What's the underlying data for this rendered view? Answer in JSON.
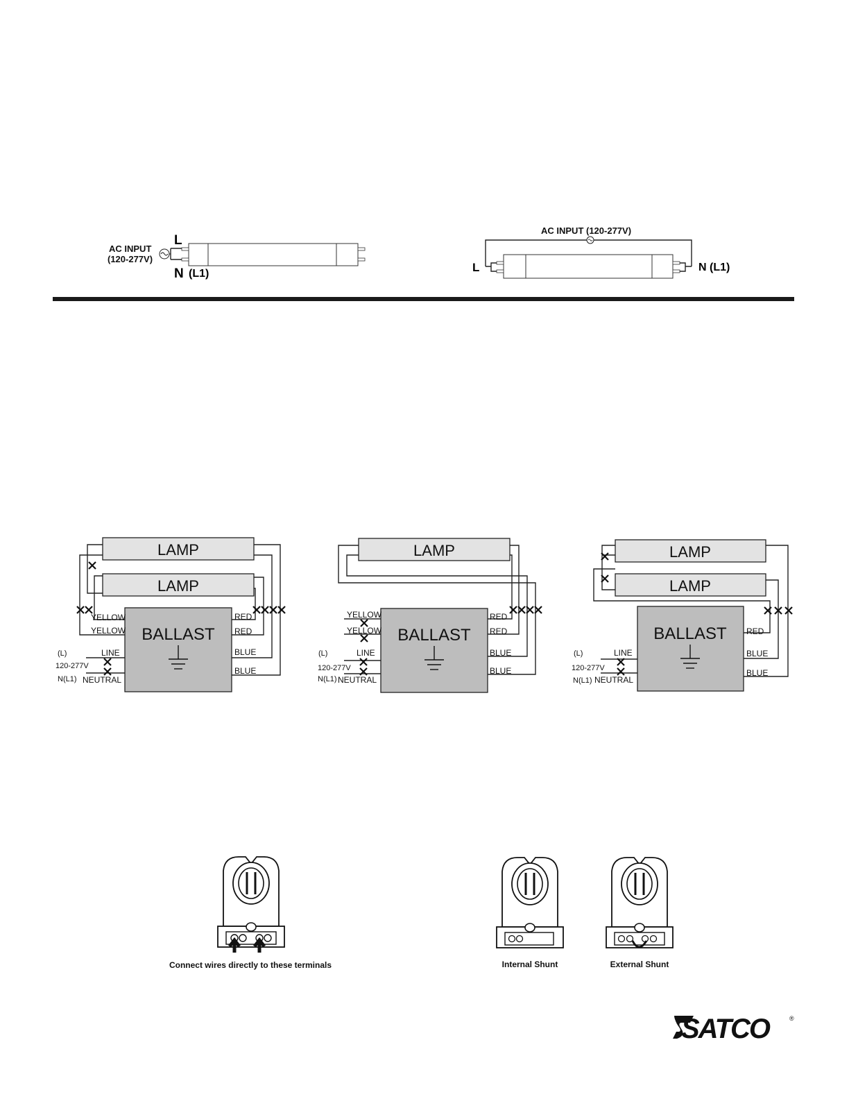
{
  "direct_wiring": {
    "single_end": {
      "ac_input_label": "AC INPUT",
      "voltage_label": "(120-277V)",
      "line_label": "L",
      "neutral_label": "N",
      "neutral_paren": "(L1)"
    },
    "double_end": {
      "ac_input_label": "AC INPUT (120-277V)",
      "line_label": "L",
      "neutral_label": "N (L1)"
    }
  },
  "ballast_diagrams": [
    {
      "lamp_labels": [
        "LAMP",
        "LAMP"
      ],
      "ballast_label": "BALLAST",
      "left_wire_labels": [
        "YELLOW",
        "YELLOW"
      ],
      "right_wire_labels": [
        "RED",
        "RED",
        "BLUE",
        "BLUE"
      ],
      "line_paren": "(L)",
      "line_label": "LINE",
      "voltage_label": "120-277V",
      "neutral_paren": "N(L1)",
      "neutral_label": "NEUTRAL"
    },
    {
      "lamp_labels": [
        "LAMP"
      ],
      "ballast_label": "BALLAST",
      "left_wire_labels": [
        "YELLOW",
        "YELLOW"
      ],
      "right_wire_labels": [
        "RED",
        "RED",
        "BLUE",
        "BLUE"
      ],
      "line_paren": "(L)",
      "line_label": "LINE",
      "voltage_label": "120-277V",
      "neutral_paren": "N(L1)",
      "neutral_label": "NEUTRAL"
    },
    {
      "lamp_labels": [
        "LAMP",
        "LAMP"
      ],
      "ballast_label": "BALLAST",
      "right_wire_labels": [
        "RED",
        "BLUE",
        "BLUE"
      ],
      "line_paren": "(L)",
      "line_label": "LINE",
      "voltage_label": "120-277V",
      "neutral_paren": "N(L1)",
      "neutral_label": "NEUTRAL"
    }
  ],
  "sockets": {
    "non_shunted_caption": "Connect wires directly to these terminals",
    "internal_shunt_caption": "Internal Shunt",
    "external_shunt_caption": "External Shunt"
  },
  "brand": {
    "logo_text": "SATCO",
    "registered_mark": "®"
  },
  "colors": {
    "divider": "#1a1a1a",
    "ballast_fill": "#bdbdbd",
    "lamp_fill": "#e3e3e3"
  }
}
